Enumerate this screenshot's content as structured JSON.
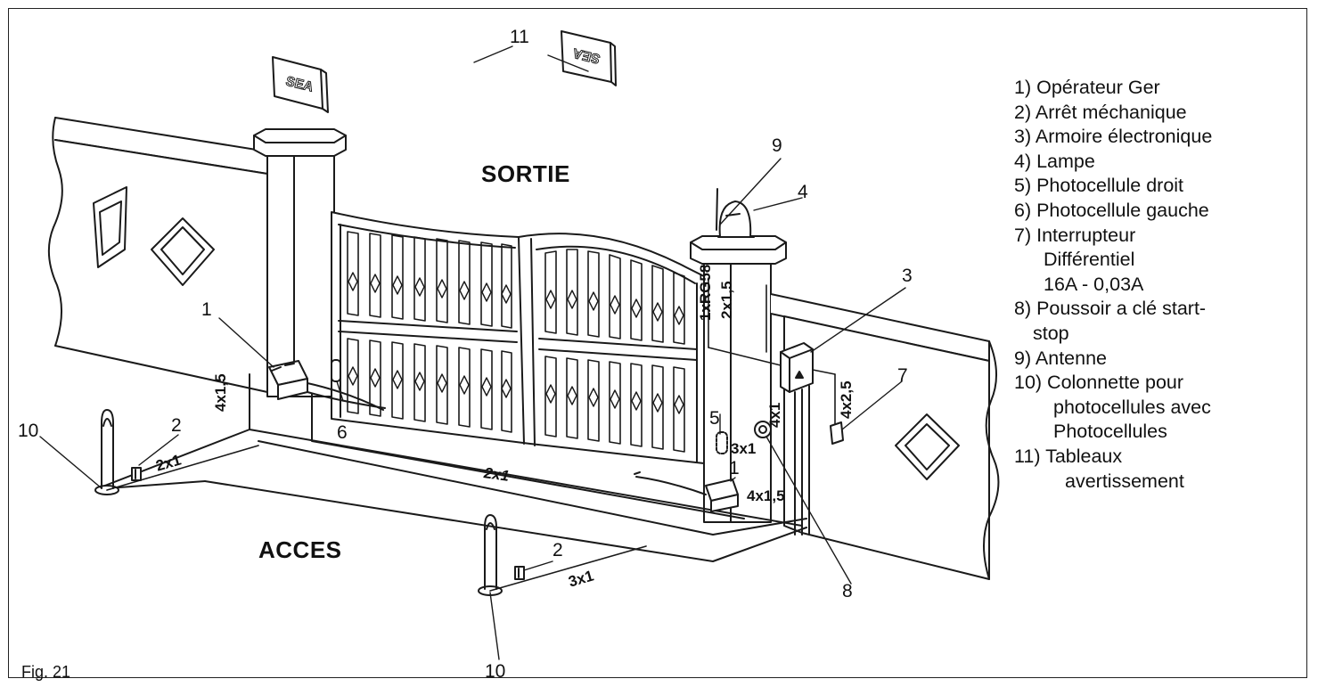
{
  "figure_label": "Fig. 21",
  "zones": {
    "exit": "SORTIE",
    "access": "ACCES"
  },
  "signs": {
    "left": "SEA",
    "right": "SEA"
  },
  "callouts": {
    "n1a": "1",
    "n1b": "1",
    "n2a": "2",
    "n2b": "2",
    "n3": "3",
    "n4": "4",
    "n5": "5",
    "n6": "6",
    "n7": "7",
    "n8": "8",
    "n9": "9",
    "n10a": "10",
    "n10b": "10",
    "n11": "11"
  },
  "cables": {
    "c_4x15_left": "4x1,5",
    "c_2x1_left": "2x1",
    "c_2x1_center": "2x1",
    "c_3x1_bottom": "3x1",
    "c_3x1_right": "3x1",
    "c_4x15_right": "4x1,5",
    "c_1xRG58": "1xRG58",
    "c_2x15": "2x1,5",
    "c_4x1": "4x1",
    "c_4x25": "4x2,5"
  },
  "legend": [
    "1) Opérateur Ger",
    "2) Arrêt méchanique",
    "3) Armoire électronique",
    "4) Lampe",
    "5) Photocellule droit",
    "6) Photocellule gauche",
    "7) Interrupteur",
    "Différentiel",
    "16A - 0,03A",
    "8) Poussoir a clé start-",
    "stop",
    "9) Antenne",
    "10) Colonnette pour",
    "photocellules avec",
    "Photocellules",
    "11) Tableaux",
    "avertissement"
  ]
}
